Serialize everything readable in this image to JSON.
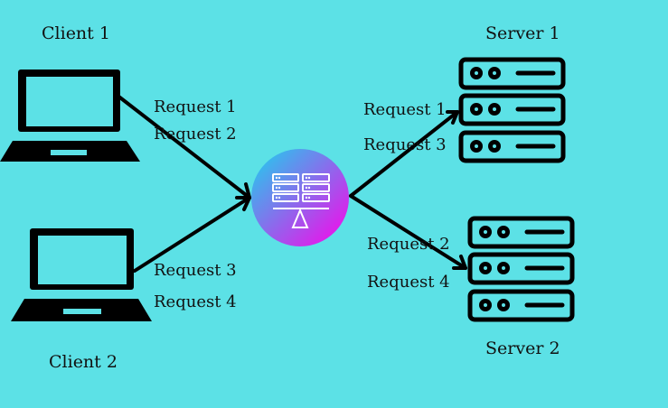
{
  "diagram": {
    "background": "#5ce1e6",
    "stroke_color": "#000000",
    "balancer_gradient": [
      "#19d4ee",
      "#ff00ea"
    ],
    "clients": [
      {
        "label": "Client 1",
        "icon": "laptop-icon"
      },
      {
        "label": "Client 2",
        "icon": "laptop-icon"
      }
    ],
    "servers": [
      {
        "label": "Server 1",
        "icon": "server-rack-icon"
      },
      {
        "label": "Server 2",
        "icon": "server-rack-icon"
      }
    ],
    "load_balancer": {
      "icon": "load-balancer-icon"
    },
    "edges": [
      {
        "from": "Client 1",
        "to": "Load balancer",
        "labels": [
          "Request 1",
          "Request 2"
        ]
      },
      {
        "from": "Client 2",
        "to": "Load balancer",
        "labels": [
          "Request 3",
          "Request 4"
        ]
      },
      {
        "from": "Load balancer",
        "to": "Server 1",
        "labels": [
          "Request 1",
          "Request 3"
        ]
      },
      {
        "from": "Load balancer",
        "to": "Server 2",
        "labels": [
          "Request 2",
          "Request 4"
        ]
      }
    ]
  }
}
